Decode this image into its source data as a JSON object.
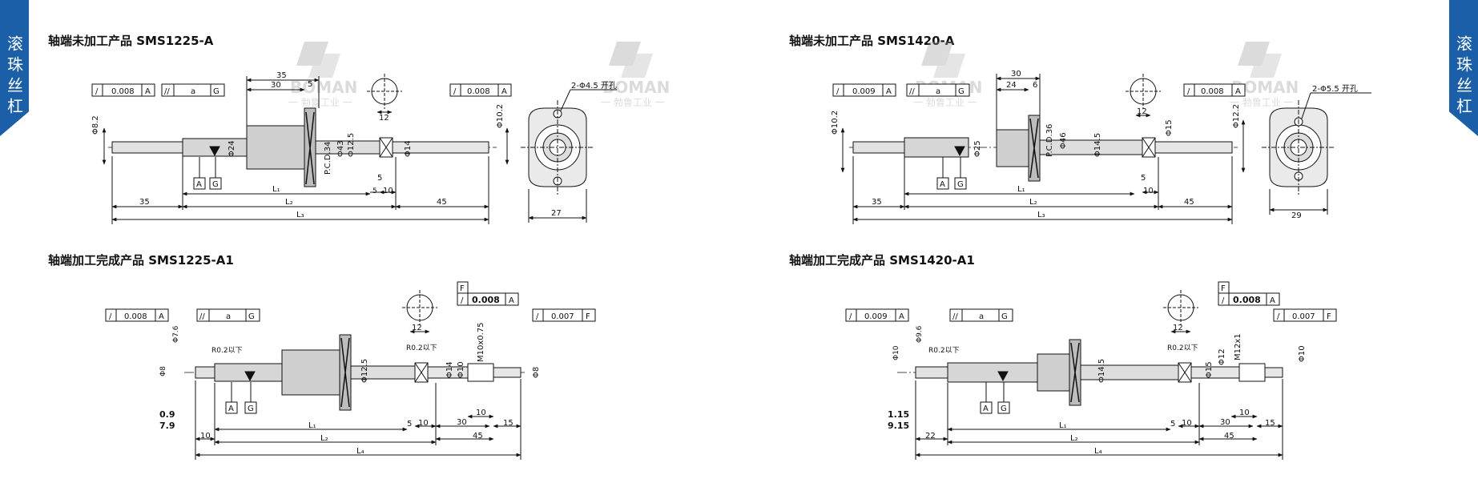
{
  "side_tab": {
    "label_left": "滚珠丝杠",
    "label_right": "滚珠丝杠"
  },
  "watermark": {
    "brand_cn": "一 勃鲁工业 一",
    "brand_en": "BOMAN"
  },
  "panels": {
    "p1": {
      "title": "轴端未加工产品 SMS1225-A",
      "tol1": "0.008",
      "tol1_ref": "A",
      "tol2": "a",
      "tol2_ref": "G",
      "tol3": "0.008",
      "tol3_ref": "A",
      "dim_top_35": "35",
      "dim_top_30": "30",
      "dim_5": "5",
      "dim_12": "12",
      "d_phi8_2": "Φ8.2",
      "d_phi24": "Φ24",
      "d_pcd": "P.C.D.34",
      "d_phi43": "Φ43",
      "d_phi12_5": "Φ12.5",
      "d_phi14": "Φ14",
      "d_phi10_2": "Φ10.2",
      "note_holes": "2-Φ4.5 开孔",
      "dim_5b": "5",
      "dim_10": "10",
      "dim_35": "35",
      "dim_45": "45",
      "L1": "L₁",
      "L2": "L₂",
      "L3": "L₃",
      "dim_27": "27",
      "ref_a": "A",
      "ref_g": "G"
    },
    "p2": {
      "title": "轴端未加工产品 SMS1420-A",
      "tol1": "0.009",
      "tol1_ref": "A",
      "tol2": "a",
      "tol2_ref": "G",
      "tol3": "0.008",
      "tol3_ref": "A",
      "dim_top_30": "30",
      "dim_24": "24",
      "dim_6": "6",
      "dim_12": "12",
      "d_phi10_2": "Φ10.2",
      "d_phi25": "Φ25",
      "d_pcd": "P.C.D.36",
      "d_phi46": "Φ46",
      "d_phi14_5": "Φ14.5",
      "d_phi15": "Φ15",
      "d_phi12_2": "Φ12.2",
      "note_holes": "2-Φ5.5 开孔",
      "dim_5b": "5",
      "dim_10": "10",
      "dim_35": "35",
      "dim_45": "45",
      "L1": "L₁",
      "L2": "L₂",
      "L3": "L₃",
      "dim_29": "29",
      "ref_a": "A",
      "ref_g": "G"
    },
    "p3": {
      "title": "轴端加工完成产品  SMS1225-A1",
      "tol1": "0.008",
      "tol1_ref": "A",
      "tol2": "a",
      "tol2_ref": "G",
      "tol_f": "F",
      "tol3": "0.008",
      "tol3_ref": "A",
      "tol4": "0.007",
      "tol4_ref": "F",
      "d_phi7_6": "Φ7.6",
      "d_phi8": "Φ8",
      "r_note1": "R0.2以下",
      "r_note2": "R0.2以下",
      "d_phi12_5": "Φ12.5",
      "d_m10": "M10x0.75",
      "d_phi14": "Φ14",
      "d_phi10": "Φ10",
      "d_phi8b": "Φ8",
      "dim_12": "12",
      "dim_0_9": "0.9",
      "dim_7_9": "7.9",
      "dim_10a": "10",
      "dim_5": "5",
      "dim_10b": "10",
      "dim_30": "30",
      "dim_10c": "10",
      "dim_45": "45",
      "dim_15": "15",
      "L1": "L₁",
      "L2": "L₂",
      "L4": "L₄",
      "ref_a": "A",
      "ref_g": "G"
    },
    "p4": {
      "title": "轴端加工完成产品  SMS1420-A1",
      "tol1": "0.009",
      "tol1_ref": "A",
      "tol2": "a",
      "tol2_ref": "G",
      "tol_f": "F",
      "tol3": "0.008",
      "tol3_ref": "A",
      "tol4": "0.007",
      "tol4_ref": "F",
      "d_phi10": "Φ10",
      "d_phi9_6": "Φ9.6",
      "r_note1": "R0.2以下",
      "r_note2": "R0.2以下",
      "d_phi14_5": "Φ14.5",
      "d_m12": "M12x1",
      "d_phi12": "Φ12",
      "d_phi15": "Φ15",
      "d_phi10b": "Φ10",
      "dim_12": "12",
      "dim_1_15": "1.15",
      "dim_9_15": "9.15",
      "dim_22": "22",
      "dim_5": "5",
      "dim_10b": "10",
      "dim_30": "30",
      "dim_10c": "10",
      "dim_45": "45",
      "dim_15": "15",
      "L1": "L₁",
      "L2": "L₂",
      "L4": "L₄",
      "ref_a": "A",
      "ref_g": "G"
    }
  }
}
